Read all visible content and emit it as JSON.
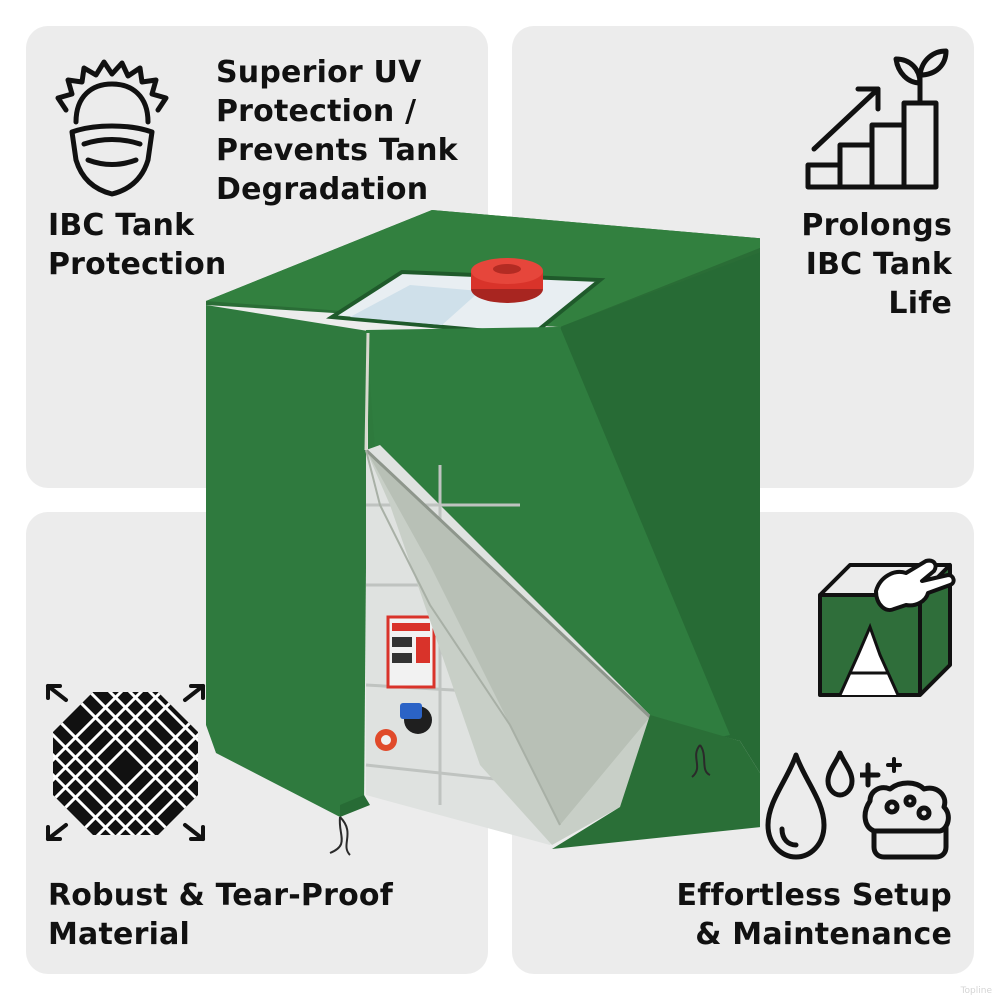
{
  "features": {
    "uv_protection": [
      "Superior UV",
      "Protection /",
      "Prevents Tank",
      "Degradation"
    ],
    "ibc_protection": [
      "IBC Tank",
      "Protection"
    ],
    "prolongs_life": [
      "Prolongs",
      "IBC Tank",
      "Life"
    ],
    "robust_material": [
      "Robust & Tear-Proof",
      "Material"
    ],
    "effortless_setup": [
      "Effortless Setup",
      "& Maintenance"
    ]
  },
  "icons": {
    "uv": "sun-mask-icon",
    "growth": "growth-chart-icon",
    "weave": "woven-fabric-icon",
    "cover": "hand-cover-icon",
    "drops": "water-drops-icon",
    "sponge": "sponge-icon"
  },
  "colors": {
    "cover_green": "#2f7a3e",
    "cover_dark": "#23632f",
    "cap_red": "#d9332a",
    "panel_bg": "#ececec",
    "text": "#111111"
  },
  "watermark": "Topline"
}
